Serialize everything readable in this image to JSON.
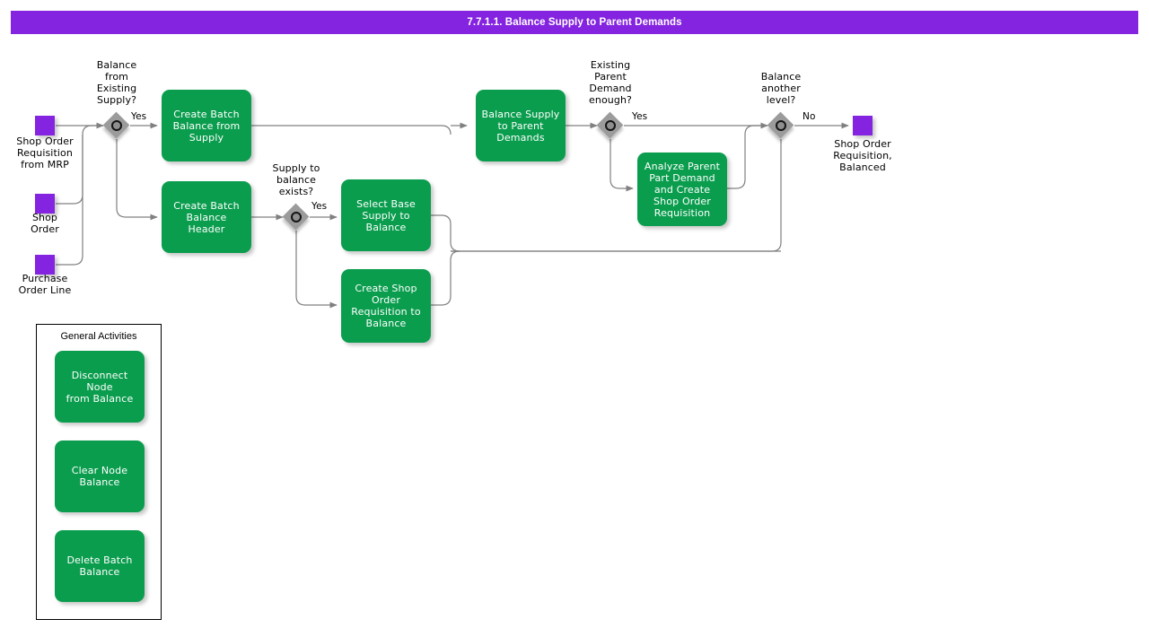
{
  "title": "7.7.1.1. Balance Supply to Parent Demands",
  "colors": {
    "header_purple": "#8423e0",
    "node_purple": "#8423e0",
    "task_green": "#0b9d4e",
    "gateway_gray": "#9b9b9b",
    "connector_gray": "#808080",
    "text_black": "#000000",
    "task_text": "#ffffff"
  },
  "data_nodes": [
    {
      "id": "shop-order-requisition-from-mrp",
      "label": "Shop Order\nRequisition\nfrom MRP"
    },
    {
      "id": "shop-order",
      "label": "Shop\nOrder"
    },
    {
      "id": "purchase-order-line",
      "label": "Purchase\nOrder Line"
    },
    {
      "id": "shop-order-requisition-balanced",
      "label": "Shop Order\nRequisition,\nBalanced"
    }
  ],
  "gateways": [
    {
      "id": "balance-from-existing-supply",
      "label": "Balance\nfrom\nExisting\nSupply?",
      "branch": "Yes"
    },
    {
      "id": "supply-to-balance-exists",
      "label": "Supply to\nbalance\nexists?",
      "branch": "Yes"
    },
    {
      "id": "existing-parent-demand-enough",
      "label": "Existing\nParent\nDemand\nenough?",
      "branch": "Yes"
    },
    {
      "id": "balance-another-level",
      "label": "Balance\nanother\nlevel?",
      "branch": "No"
    }
  ],
  "tasks": [
    {
      "id": "create-batch-balance-from-supply",
      "label": "Create Batch\nBalance from\nSupply"
    },
    {
      "id": "create-batch-balance-header",
      "label": "Create Batch\nBalance Header"
    },
    {
      "id": "select-base-supply-to-balance",
      "label": "Select Base\nSupply to\nBalance"
    },
    {
      "id": "create-shop-order-requisition-to-balance",
      "label": "Create Shop\nOrder\nRequisition to\nBalance"
    },
    {
      "id": "balance-supply-to-parent-demands",
      "label": "Balance Supply\nto Parent\nDemands"
    },
    {
      "id": "analyze-parent-part-demand-and-create-shop-order-requisition",
      "label": "Analyze Parent\nPart Demand\nand Create\nShop Order\nRequisition"
    }
  ],
  "legend": {
    "title": "General Activities",
    "items": [
      {
        "id": "disconnect-node-from-balance",
        "label": "Disconnect Node\nfrom Balance"
      },
      {
        "id": "clear-node-balance",
        "label": "Clear Node\nBalance"
      },
      {
        "id": "delete-batch-balance",
        "label": "Delete Batch\nBalance"
      }
    ]
  }
}
